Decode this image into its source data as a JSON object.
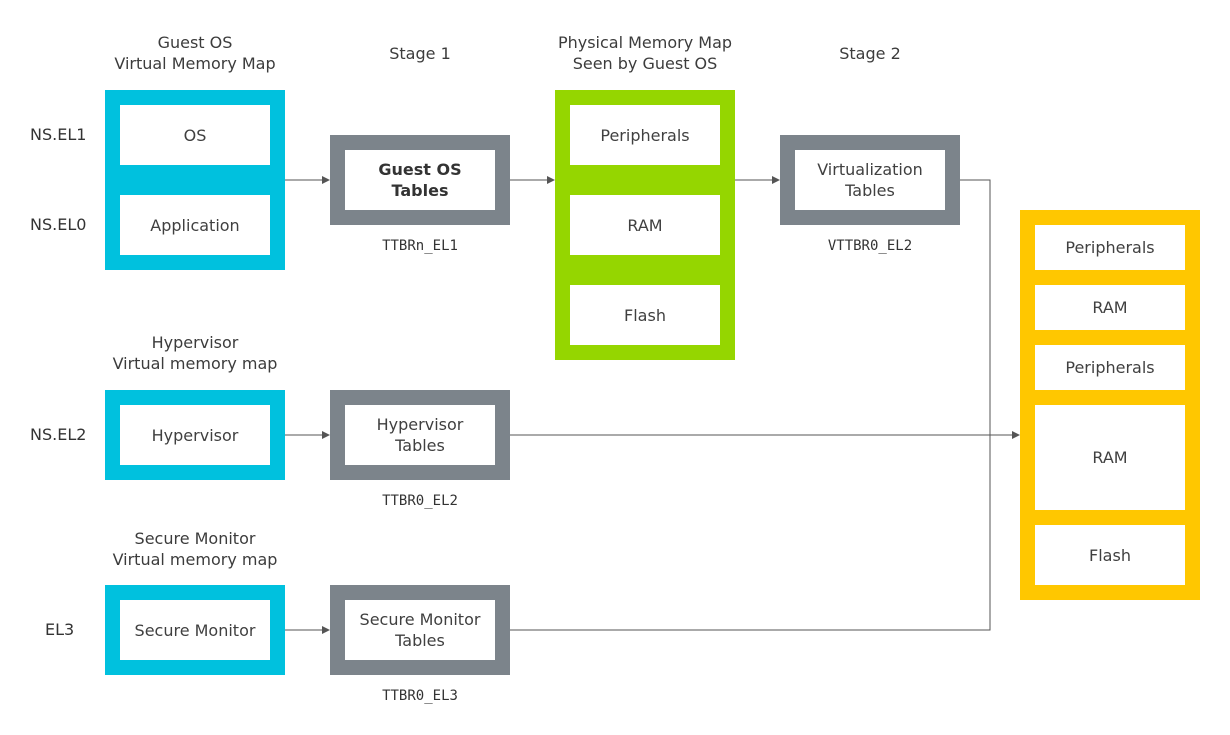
{
  "headers": {
    "guest_os_vmm": [
      "Guest OS",
      "Virtual Memory Map"
    ],
    "stage1": [
      "Stage 1"
    ],
    "physical_mm": [
      "Physical Memory Map",
      "Seen by Guest OS"
    ],
    "stage2": [
      "Stage 2"
    ],
    "hypervisor_vmm": [
      "Hypervisor",
      "Virtual memory map"
    ],
    "secure_monitor_vmm": [
      "Secure Monitor",
      "Virtual memory map"
    ]
  },
  "exception_levels": {
    "ns_el1": "NS.EL1",
    "ns_el0": "NS.EL0",
    "ns_el2": "NS.EL2",
    "el3": "EL3"
  },
  "boxes": {
    "os": "OS",
    "application": "Application",
    "guest_os_tables": [
      "Guest OS",
      "Tables"
    ],
    "guest_peripherals": "Peripherals",
    "guest_ram": "RAM",
    "guest_flash": "Flash",
    "virtualization_tables": [
      "Virtualization",
      "Tables"
    ],
    "hypervisor": "Hypervisor",
    "hypervisor_tables": [
      "Hypervisor",
      "Tables"
    ],
    "secure_monitor": "Secure Monitor",
    "secure_monitor_tables": [
      "Secure Monitor",
      "Tables"
    ],
    "phys_peripherals_1": "Peripherals",
    "phys_ram_1": "RAM",
    "phys_peripherals_2": "Peripherals",
    "phys_ram_2": "RAM",
    "phys_flash": "Flash"
  },
  "registers": {
    "ttbrn_el1": "TTBRn_EL1",
    "vttbr0_el2": "VTTBR0_EL2",
    "ttbr0_el2": "TTBR0_EL2",
    "ttbr0_el3": "TTBR0_EL3"
  },
  "colors": {
    "virtual_map": "#00c1de",
    "tables": "#7c848b",
    "guest_physical": "#95d600",
    "physical": "#ffc700",
    "arrow": "#555555"
  }
}
